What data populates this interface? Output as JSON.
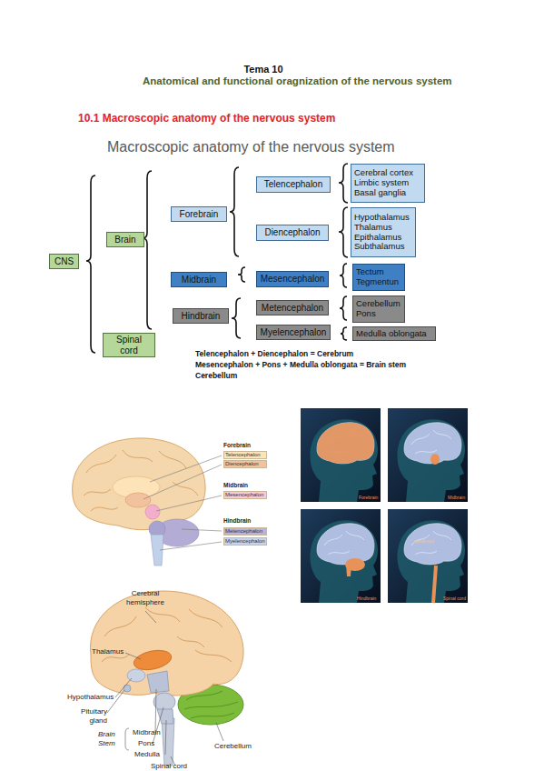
{
  "diagram": {
    "title": "Tema 10",
    "nodes": [
      {
        "text": [
          "CNS"
        ]
      },
      {
        "text": [
          "Brain"
        ]
      },
      {
        "text": [
          "Forebrain"
        ]
      },
      {
        "text": [
          "Telencephalon"
        ]
      },
      {
        "text": [
          "Cerebral cortex Limbic system Basal ganglia"
        ]
      },
      {
        "text": [
          "Diencephalon"
        ]
      },
      {
        "text": [
          "Hypothalamus Thalamus Epithalamus Subthalamus"
        ]
      },
      {
        "text": [
          "Midbrain"
        ]
      },
      {
        "text": [
          "Mesencephalon"
        ]
      },
      {
        "text": [
          "Tectum Tegmentun"
        ]
      },
      {
        "text": [
          "Hindbrain"
        ]
      },
      {
        "text": [
          "Metencephalon"
        ]
      },
      {
        "text": [
          "Cerebellum Pons"
        ]
      },
      {
        "text": [
          "Myelencephalon"
        ]
      },
      {
        "text": [
          "Medulla oblongata"
        ]
      },
      {
        "text": [
          "Spinal cord"
        ]
      }
    ],
    "labels": [
      "Anatomical and functional oragnization of the nervous system",
      "10.1 Macroscopic anatomy of the nervous system",
      "Macroscopic anatomy of the nervous system",
      "Telencephalon + Diencephalon = Cerebrum",
      "Mesencephalon + Pons + Medulla oblongata = Brain stem",
      "Cerebellum",
      "Forebrain",
      "Midbrain",
      "Hindbrain",
      "Forebrain",
      "Midbrain",
      "Hindbrain",
      "Spinal cord",
      "spinal cord",
      "Cerebral hemisphere",
      "Thalamus",
      "Hypothalamus",
      "Pituitary gland",
      "Brain Stem",
      "Midbrain",
      "Pons",
      "Medulla",
      "Cerebellum",
      "Spinal cord"
    ],
    "legend": [
      {
        "text": "Telencephalon",
        "color": "#fde4b8"
      },
      {
        "text": "Diencephalon",
        "color": "#f2c19d"
      },
      {
        "text": "Mesencephalon",
        "color": "#f9c9d8"
      },
      {
        "text": "Metencephalon",
        "color": "#b9b3da"
      },
      {
        "text": "Myelencephalon",
        "color": "#c5d4ec"
      }
    ]
  }
}
